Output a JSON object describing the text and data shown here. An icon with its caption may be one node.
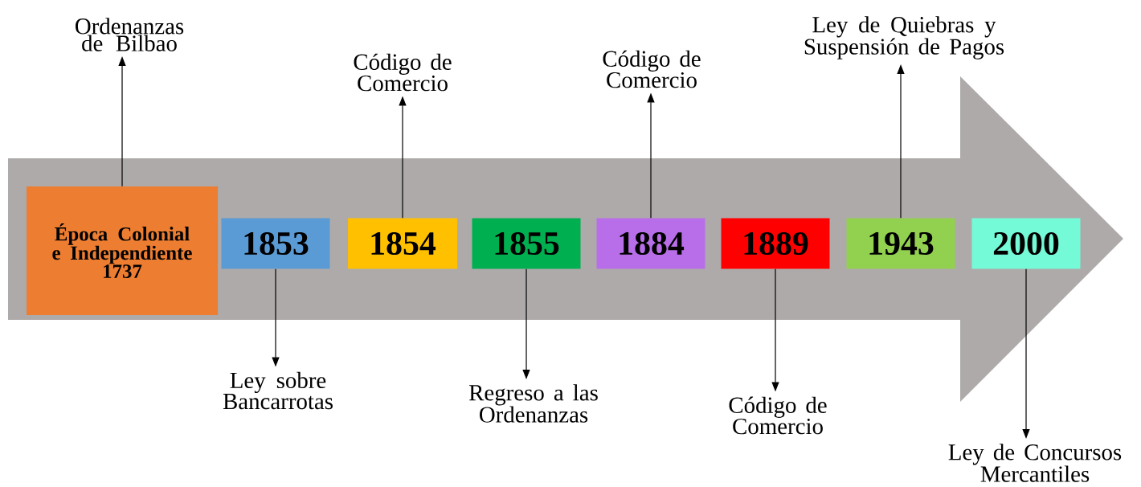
{
  "diagram": {
    "nodes": [
      {
        "text": [
          "Época Colonial e Independiente 1737"
        ]
      },
      {
        "text": [
          "1853"
        ]
      },
      {
        "text": [
          "1854"
        ]
      },
      {
        "text": [
          "1855"
        ]
      },
      {
        "text": [
          "1884"
        ]
      },
      {
        "text": [
          "1889"
        ]
      },
      {
        "text": [
          "1943"
        ]
      },
      {
        "text": [
          "2000"
        ]
      },
      {
        "text": [
          "Ordenanzas de Bilbao"
        ]
      },
      {
        "text": [
          "Ley sobre Bancarrotas"
        ]
      },
      {
        "text": [
          "Código de Comercio"
        ]
      },
      {
        "text": [
          "Regreso a las Ordenanzas"
        ]
      },
      {
        "text": [
          "Código de Comercio"
        ]
      },
      {
        "text": [
          "Código de Comercio"
        ]
      },
      {
        "text": [
          "Ley de Quiebras y Suspensión de Pagos"
        ]
      },
      {
        "text": [
          "Ley de Concursos Mercantiles"
        ]
      }
    ],
    "edges": [
      {
        "from": 0,
        "to": 8,
        "arrow": "to"
      },
      {
        "from": 1,
        "to": 9,
        "arrow": "to"
      },
      {
        "from": 2,
        "to": 10,
        "arrow": "to"
      },
      {
        "from": 3,
        "to": 11,
        "arrow": "to"
      },
      {
        "from": 4,
        "to": 12,
        "arrow": "to"
      },
      {
        "from": 5,
        "to": 13,
        "arrow": "to"
      },
      {
        "from": 6,
        "to": 14,
        "arrow": "to"
      },
      {
        "from": 7,
        "to": 15,
        "arrow": "to"
      }
    ]
  }
}
